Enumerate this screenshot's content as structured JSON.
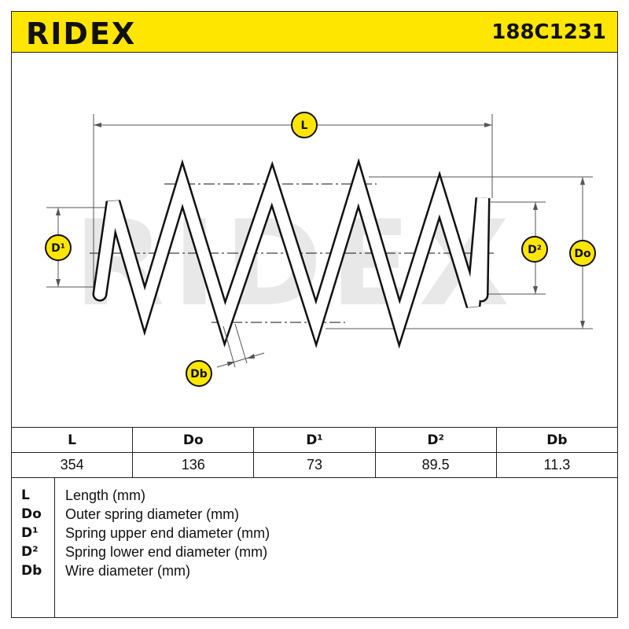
{
  "header": {
    "brand": "RIDEX",
    "part_number": "188C1231"
  },
  "diagram": {
    "labels": {
      "L": "L",
      "Do": "Do",
      "D1": "D¹",
      "D2": "D²",
      "Db": "Db"
    },
    "watermark": "RIDEX"
  },
  "table": {
    "headers": [
      "L",
      "Do",
      "D¹",
      "D²",
      "Db"
    ],
    "values": [
      "354",
      "136",
      "73",
      "89.5",
      "11.3"
    ]
  },
  "legend": {
    "items": [
      {
        "symbol": "L",
        "description": "Length (mm)"
      },
      {
        "symbol": "Do",
        "description": "Outer spring diameter (mm)"
      },
      {
        "symbol": "D¹",
        "description": "Spring upper end diameter (mm)"
      },
      {
        "symbol": "D²",
        "description": "Spring lower end diameter (mm)"
      },
      {
        "symbol": "Db",
        "description": "Wire diameter (mm)"
      }
    ]
  },
  "colors": {
    "header_bg": "#ffe600",
    "badge_bg": "#ffe600",
    "badge_border": "#111111",
    "watermark": "#e8e8e8"
  }
}
